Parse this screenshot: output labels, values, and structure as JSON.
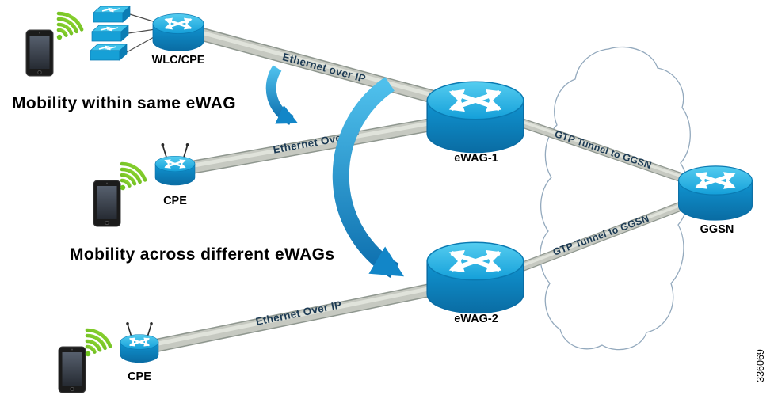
{
  "figure": {
    "id_label": "336069",
    "background": "#ffffff"
  },
  "annotations": {
    "mobility_same": "Mobility within same eWAG",
    "mobility_across": "Mobility across different eWAGs"
  },
  "devices": {
    "wlc_cpe": {
      "label": "WLC/CPE",
      "icon": "router-icon"
    },
    "cpe_mid": {
      "label": "CPE",
      "icon": "wireless-router-icon"
    },
    "cpe_bottom": {
      "label": "CPE",
      "icon": "wireless-router-icon"
    },
    "ewag1": {
      "label": "eWAG-1",
      "icon": "gateway-router-icon"
    },
    "ewag2": {
      "label": "eWAG-2",
      "icon": "gateway-router-icon"
    },
    "ggsn": {
      "label": "GGSN",
      "icon": "gateway-router-icon"
    },
    "access_switches": {
      "icon": "switch-icon",
      "count": 3
    },
    "clients": {
      "icon": "tablet-icon",
      "count": 3
    },
    "wifi_signals": {
      "icon": "wifi-signal-icon",
      "count": 3
    }
  },
  "links": {
    "eoip_top": {
      "label": "Ethernet over IP"
    },
    "eoip_mid": {
      "label": "Ethernet Over IP"
    },
    "eoip_bottom": {
      "label": "Ethernet Over IP"
    },
    "gtp_ewag1": {
      "label": "GTP Tunnel to GGSN"
    },
    "gtp_ewag2": {
      "label": "GTP Tunnel to GGSN"
    }
  },
  "colors": {
    "device_cyan": "#25b2e2",
    "device_dark_blue": "#0b6fa8",
    "link_gray": "#c6c9c1",
    "arrow_blue": "#1286c8",
    "wifi_green": "#6fc41f",
    "cloud_stroke": "#93a9bd",
    "label_text": "#000000",
    "link_label_text": "#1c3a54"
  }
}
